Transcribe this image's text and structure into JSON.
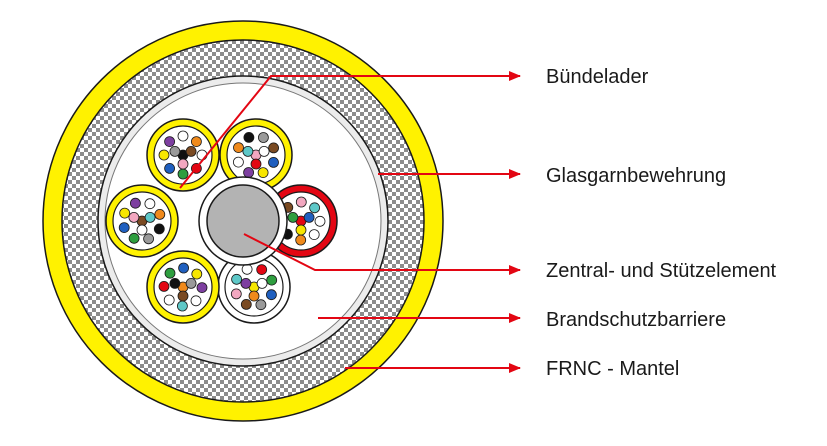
{
  "labels": {
    "buendelader": "Bündelader",
    "glasgarn": "Glasgarnbewehrung",
    "zentral": "Zentral- und Stützelement",
    "brandschutz": "Brandschutzbarriere",
    "mantel": "FRNC - Mantel"
  },
  "colors": {
    "jacket": "#fff200",
    "outline": "#1a1a1a",
    "armor_light": "#ffffff",
    "armor_dark": "#8c8c8c",
    "barrier": "#e9e9e9",
    "central_element": "#b3b3b3",
    "pointer_line": "#e30613",
    "highlight_tube": "#e30613"
  },
  "tubes": [
    {
      "name": "tube-top-left",
      "jacket": "yellow"
    },
    {
      "name": "tube-top-right",
      "jacket": "yellow"
    },
    {
      "name": "tube-right",
      "jacket": "red"
    },
    {
      "name": "tube-bottom-right",
      "jacket": "white"
    },
    {
      "name": "tube-bottom-left",
      "jacket": "yellow"
    },
    {
      "name": "tube-left",
      "jacket": "yellow"
    }
  ],
  "fiber_colors": [
    "#ffffff",
    "#e30613",
    "#2e9e3f",
    "#1f5fbf",
    "#f7e600",
    "#7d3fa0",
    "#ffffff",
    "#f08a1c",
    "#111111",
    "#9a9a9a",
    "#7a4a22",
    "#f2a7c0",
    "#5ec8c8"
  ]
}
